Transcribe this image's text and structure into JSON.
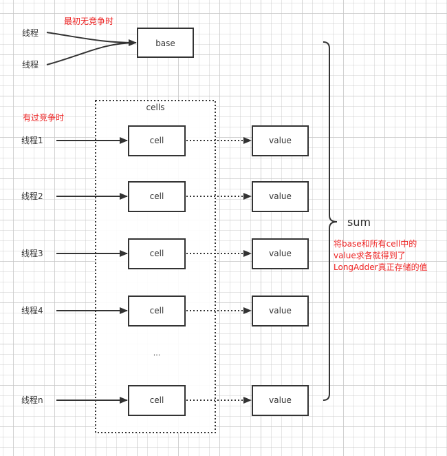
{
  "annotations": {
    "no_contention": "最初无竞争时",
    "had_contention": "有过竞争时"
  },
  "base_section": {
    "threads": [
      "线程",
      "线程"
    ],
    "base_label": "base"
  },
  "cells_section": {
    "container_label": "cells",
    "rows": [
      {
        "thread": "线程1",
        "cell": "cell",
        "value": "value"
      },
      {
        "thread": "线程2",
        "cell": "cell",
        "value": "value"
      },
      {
        "thread": "线程3",
        "cell": "cell",
        "value": "value"
      },
      {
        "thread": "线程4",
        "cell": "cell",
        "value": "value"
      },
      {
        "thread": "线程n",
        "cell": "cell",
        "value": "value"
      }
    ],
    "ellipsis": "..."
  },
  "sum": {
    "label": "sum",
    "description": [
      "将base和所有cell中的",
      "value求各就得到了",
      "LongAdder真正存储的值"
    ]
  },
  "colors": {
    "stroke": "#333333",
    "annotation": "#ee2222"
  }
}
